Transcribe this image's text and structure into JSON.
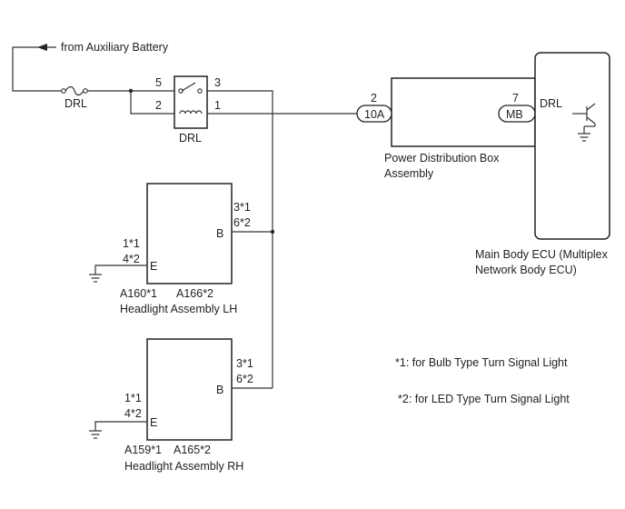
{
  "battery_label": "from Auxiliary Battery",
  "fuse_label": "DRL",
  "relay": {
    "label": "DRL",
    "pin_5": "5",
    "pin_3": "3",
    "pin_2": "2",
    "pin_1": "1"
  },
  "pdb": {
    "pin_left": "2",
    "conn_left": "10A",
    "pin_right": "7",
    "conn_right": "MB",
    "name_line1": "Power Distribution Box",
    "name_line2": "Assembly"
  },
  "ecu": {
    "signal": "DRL",
    "name_line1": "Main Body ECU (Multiplex",
    "name_line2": "Network Body ECU)"
  },
  "lh": {
    "pin_b_1": "3*1",
    "pin_b_2": "6*2",
    "term_b": "B",
    "pin_e_1": "1*1",
    "pin_e_2": "4*2",
    "term_e": "E",
    "code_1": "A160*1",
    "code_2": "A166*2",
    "name": "Headlight Assembly LH"
  },
  "rh": {
    "pin_b_1": "3*1",
    "pin_b_2": "6*2",
    "term_b": "B",
    "pin_e_1": "1*1",
    "pin_e_2": "4*2",
    "term_e": "E",
    "code_1": "A159*1",
    "code_2": "A165*2",
    "name": "Headlight Assembly RH"
  },
  "notes": {
    "note_1": "*1: for Bulb Type Turn Signal Light",
    "note_2": "*2: for LED Type Turn Signal Light"
  }
}
